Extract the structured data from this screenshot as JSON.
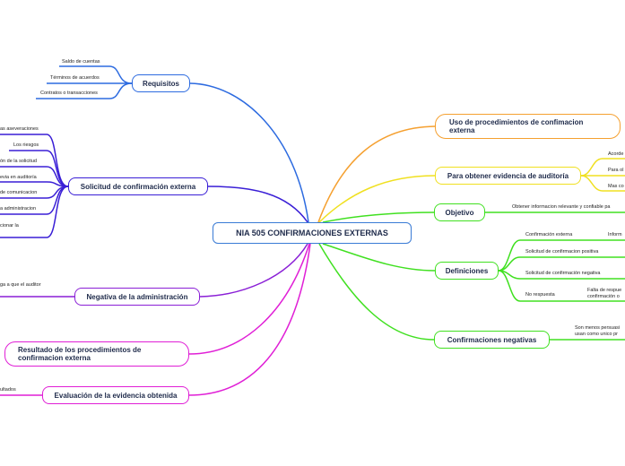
{
  "center": {
    "title": "NIA 505 CONFIRMACIONES EXTERNAS"
  },
  "left": {
    "requisitos": {
      "title": "Requisitos",
      "items": [
        "Saldo de cuentas",
        "Términos de acuerdos",
        "Contratos o transacciones"
      ]
    },
    "solicitud": {
      "title": "Solicitud de confirmación externa",
      "items": [
        "as aseveraciones",
        "Los riesgos",
        "ón de la solicitud",
        "evia en auditoría",
        "de comunicacion",
        "a administracion",
        "cionar la"
      ]
    },
    "negativa": {
      "title": "Negativa de la administración",
      "items": [
        "ga a que el auditor"
      ]
    },
    "resultado": {
      "title": "Resultado de los procedimientos de confirmacion externa"
    },
    "evaluacion": {
      "title": "Evaluación de la evidencia obtenida",
      "items": [
        "ultados"
      ]
    }
  },
  "right": {
    "uso": {
      "title": "Uso de procedimientos de confimacion externa"
    },
    "evidencia": {
      "title": "Para obtener evidencia de auditoría",
      "items": [
        "Acorde",
        "Para ol",
        "Mas co"
      ]
    },
    "objetivo": {
      "title": "Objetivo",
      "items": [
        "Obtener informacion relevante y confiable pa"
      ]
    },
    "definiciones": {
      "title": "Definiciones",
      "items": [
        "Confirmación externa",
        "Inform",
        "Solicitud de confirmacion positiva",
        "Solicitud de confirmación negativa",
        "No respuesta",
        "Falta de respue",
        "confirmación o"
      ]
    },
    "negativas": {
      "title": "Confirmaciones negativas",
      "items": [
        "Son menos persuasi",
        "usan como unico pr"
      ]
    }
  },
  "colors": {
    "blue": "#2d6be0",
    "indigo": "#3a1fd6",
    "purple": "#8a1fd6",
    "magenta": "#e01fd6",
    "orange": "#f5a030",
    "yellow": "#f0e020",
    "green": "#40e020",
    "center": "#3a7bd5"
  }
}
